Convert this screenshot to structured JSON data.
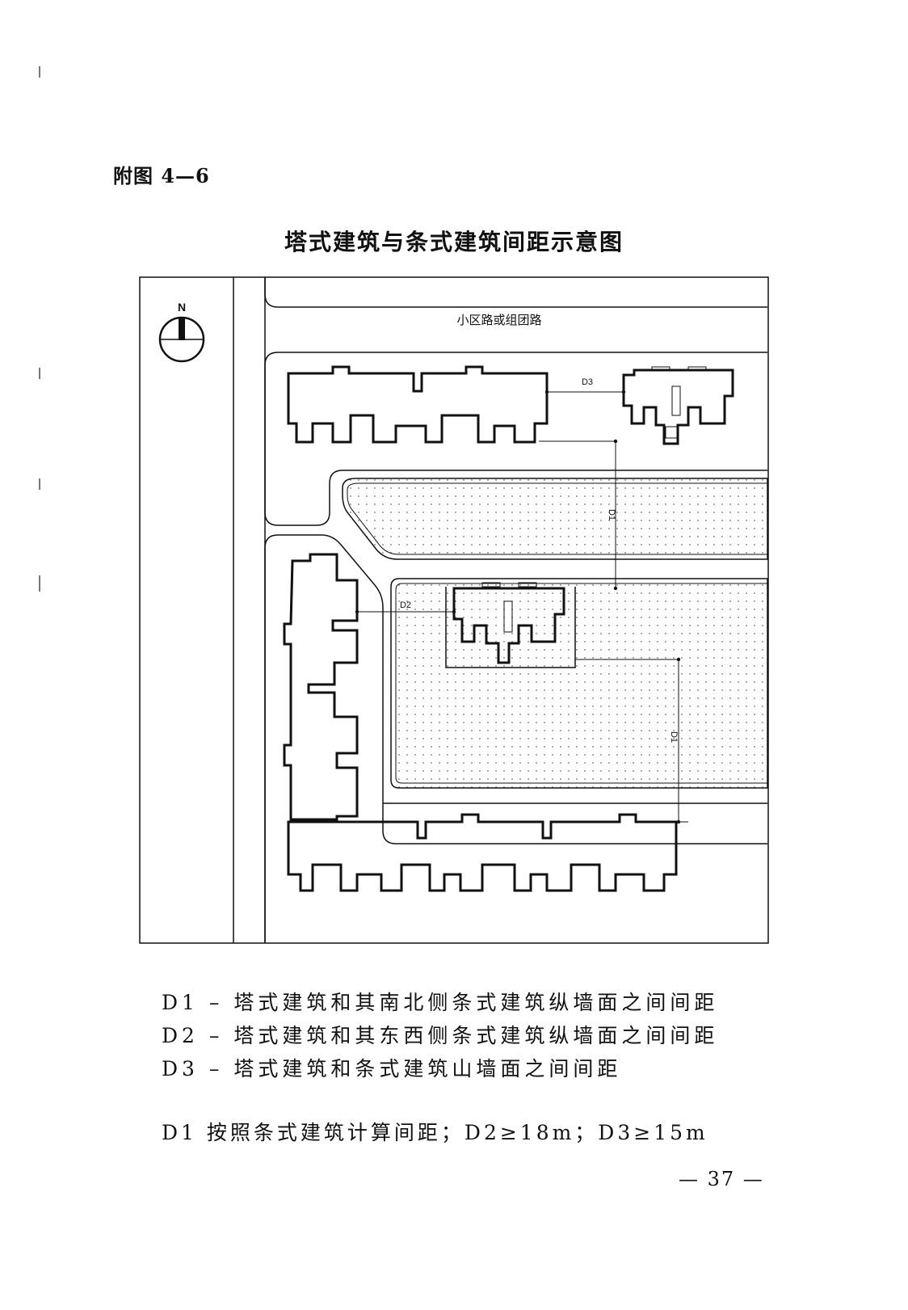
{
  "figure_label": "附图 4—6",
  "title": "塔式建筑与条式建筑间距示意图",
  "plan": {
    "north_label": "N",
    "road_label": "小区路或组团路",
    "dim_labels": {
      "d1_upper": "D1",
      "d1_lower": "D1",
      "d2": "D2",
      "d3": "D3"
    }
  },
  "legend": [
    "D1 – 塔式建筑和其南北侧条式建筑纵墙面之间间距",
    "D2 – 塔式建筑和其东西侧条式建筑纵墙面之间间距",
    "D3 – 塔式建筑和条式建筑山墙面之间间距"
  ],
  "rule": "D1 按照条式建筑计算间距；D2≥18m；D3≥15m",
  "page_number": "— 37 —"
}
